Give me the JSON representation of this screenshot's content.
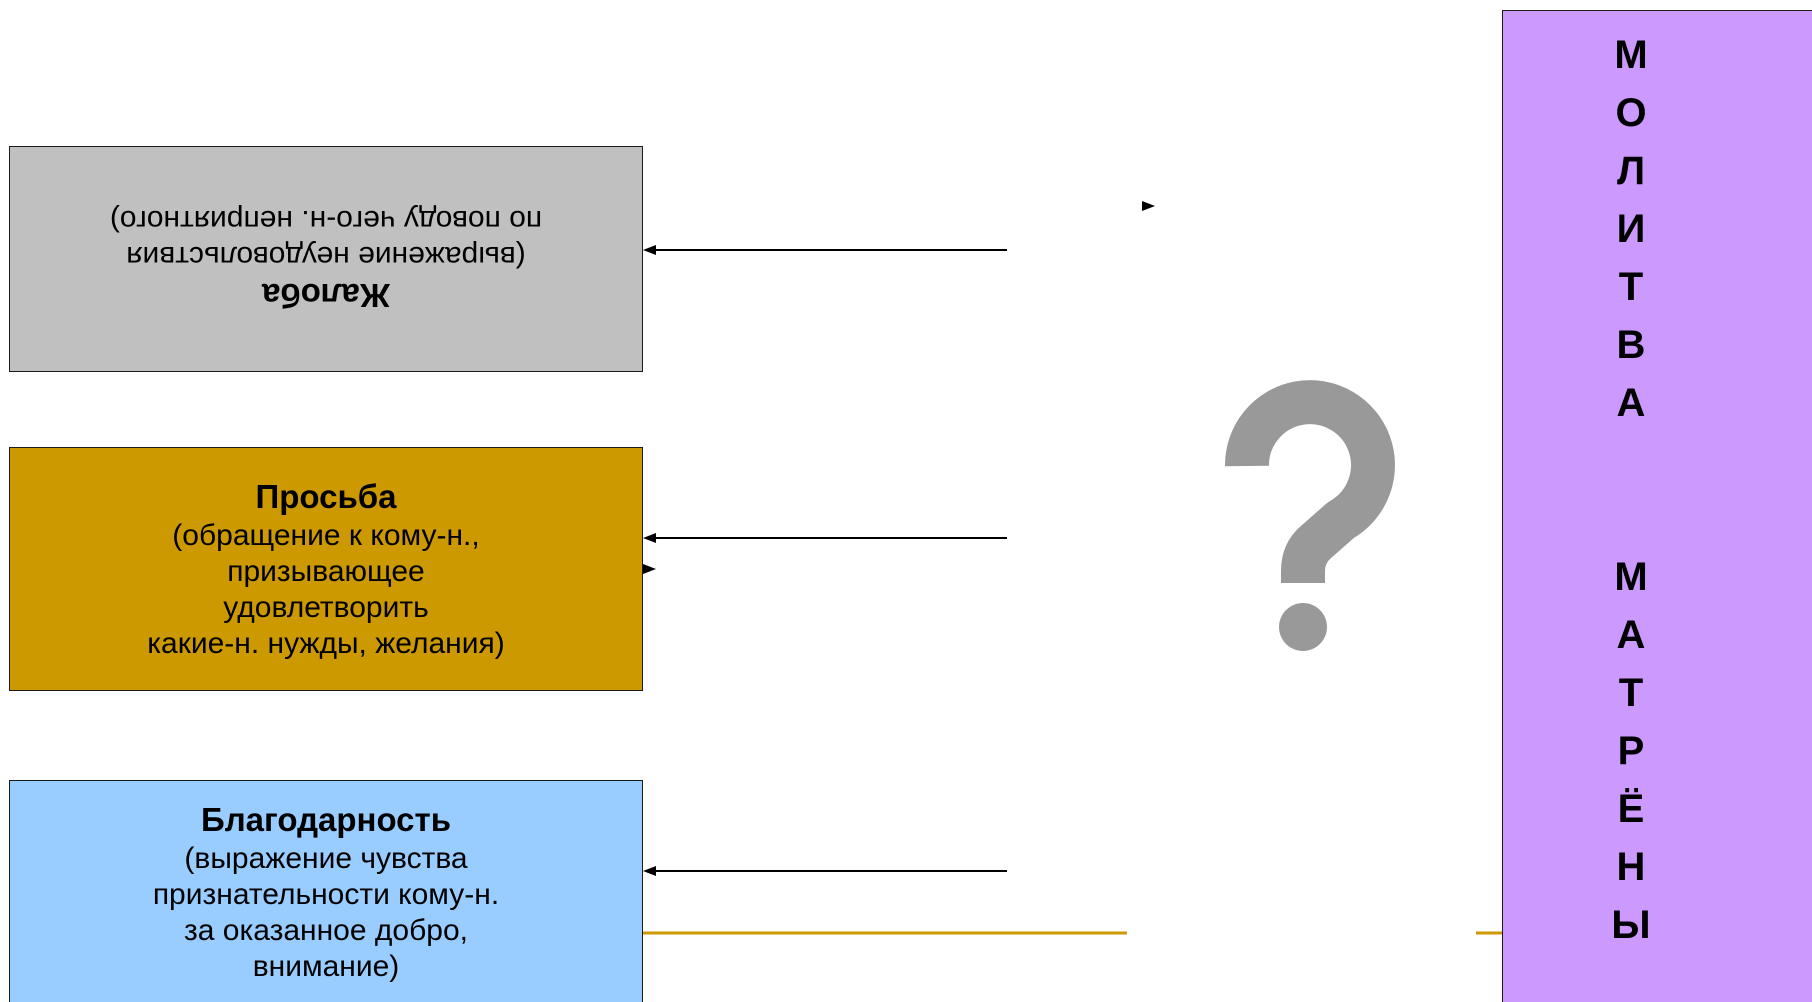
{
  "boxes": {
    "complaint": {
      "title": "Жалоба",
      "lines": [
        "(выражение неудовольствия",
        "по поводу чего-н. неприятного)"
      ],
      "color": "#c0c0c0"
    },
    "request": {
      "title": "Просьба",
      "lines": [
        "(обращение к кому-н.,",
        "призывающее",
        "удовлетворить",
        "какие-н. нужды, желания)"
      ],
      "color": "#cc9900"
    },
    "thanks": {
      "title": "Благодарность",
      "lines": [
        "(выражение чувства",
        "признательности кому-н.",
        "за оказанное добро,",
        "внимание)"
      ],
      "color": "#99ccff"
    }
  },
  "prayer": {
    "word1_letters": [
      "М",
      "О",
      "Л",
      "И",
      "Т",
      "В",
      "А"
    ],
    "word2_letters": [
      "М",
      "А",
      "Т",
      "Р",
      "Ё",
      "Н",
      "Ы"
    ],
    "color": "#cc99ff"
  },
  "question": {
    "symbol": "?",
    "color": "#999999"
  },
  "accent_line_color": "#cc9900",
  "arrow_color": "#000000"
}
